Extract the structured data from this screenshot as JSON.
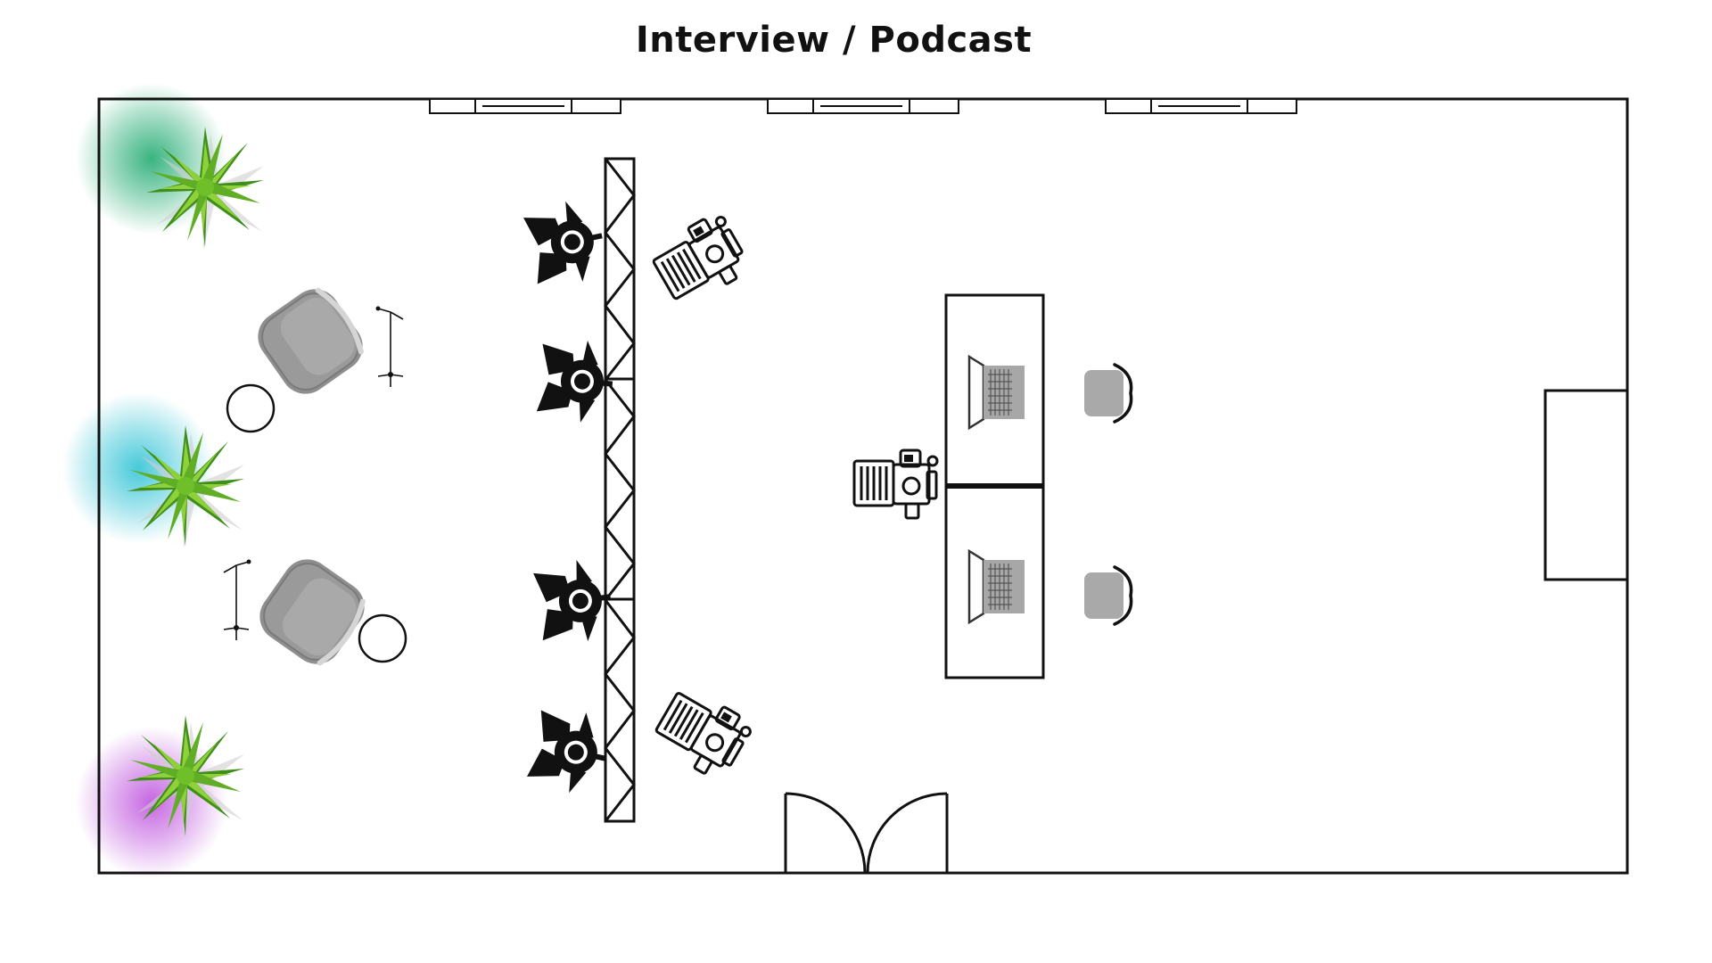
{
  "title": "Interview / Podcast",
  "colors": {
    "ink": "#111111",
    "chair": "#8f8f8f",
    "chair_light": "#b3b3b3",
    "laptop": "#a7a7a7",
    "plant_dark": "#3f8f1a",
    "plant_light": "#8fd13a",
    "glow_green": "#2fb07a",
    "glow_cyan": "#3fc7d8",
    "glow_purple": "#c35fe0"
  },
  "elements": {
    "plants": [
      "plant-top",
      "plant-middle",
      "plant-bottom"
    ],
    "lights": [
      "studio-light-1",
      "studio-light-2",
      "studio-light-3",
      "studio-light-4"
    ],
    "cameras": [
      "camera-top",
      "camera-center",
      "camera-bottom"
    ],
    "armchairs": [
      "armchair-top",
      "armchair-bottom"
    ],
    "side_tables": [
      "side-table-top",
      "side-table-bottom"
    ],
    "mic_stands": [
      "mic-stand-top",
      "mic-stand-bottom"
    ],
    "laptops": [
      "laptop-top",
      "laptop-bottom"
    ],
    "desk_chairs": [
      "desk-chair-top",
      "desk-chair-bottom"
    ]
  }
}
